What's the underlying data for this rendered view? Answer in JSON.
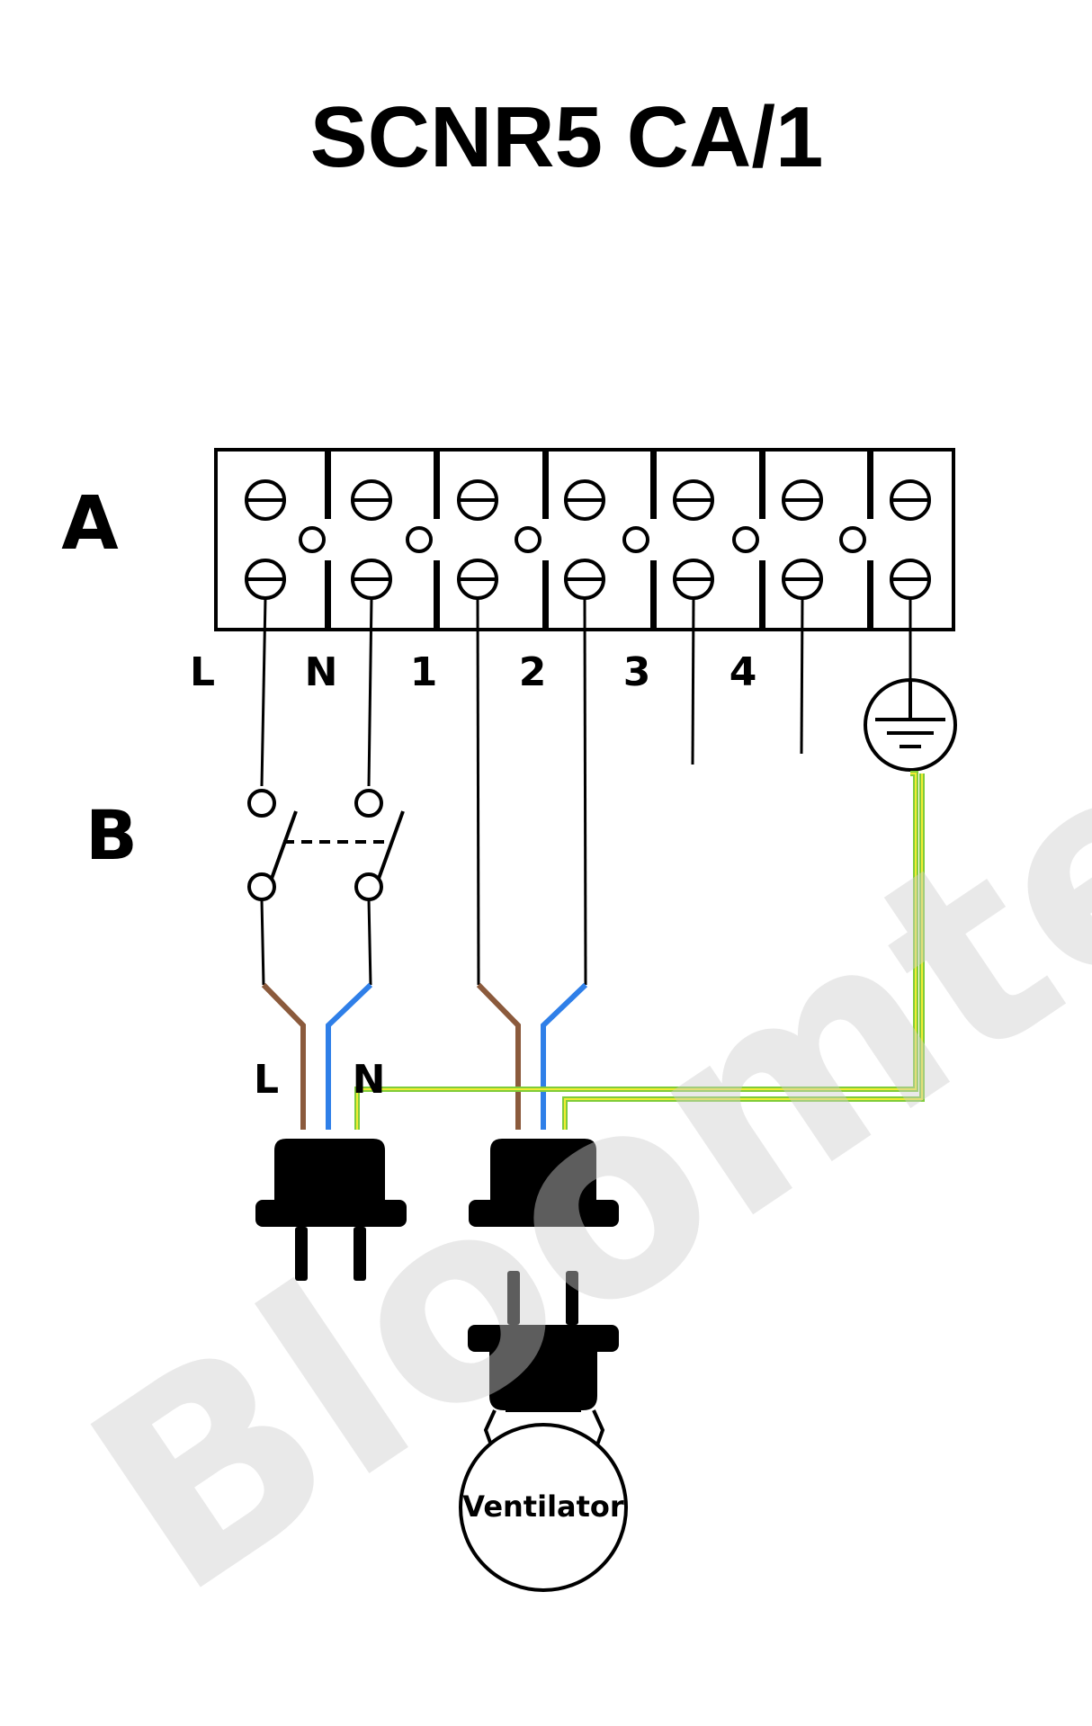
{
  "title": "SCNR5 CA/1",
  "section_labels": {
    "a": "A",
    "b": "B"
  },
  "terminal_labels": [
    "L",
    "N",
    "1",
    "2",
    "3",
    "4"
  ],
  "plug_labels": {
    "l": "L",
    "n": "N"
  },
  "device_label": "Ventilator",
  "watermark": "Bloomtech",
  "colors": {
    "line": "#000000",
    "live_wire": "#8B5A3C",
    "neutral_wire": "#2F7FE8",
    "earth_green": "#7FCC3A",
    "earth_yellow": "#F2EC33",
    "watermark": "#d8d8d8"
  }
}
